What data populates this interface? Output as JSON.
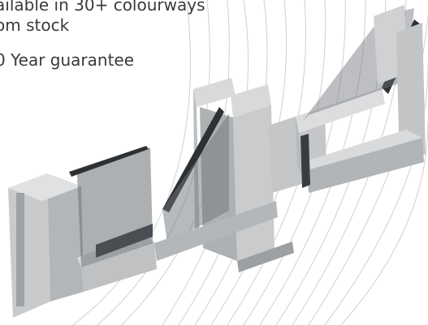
{
  "features": {
    "line1": "ailable in 30+ colourways",
    "line2": "om stock",
    "guarantee": "0 Year guarantee"
  },
  "colors": {
    "background": "#ffffff",
    "text": "#3a3a3a",
    "aluminium_light": "#d6d7d8",
    "aluminium_mid": "#b9bbbd",
    "aluminium_dark": "#8e9194",
    "glass": "#5b6066",
    "seal": "#2e3134",
    "arc_lines": "#cfd0d2"
  },
  "image": {
    "subject": "window-frame-profiles"
  }
}
